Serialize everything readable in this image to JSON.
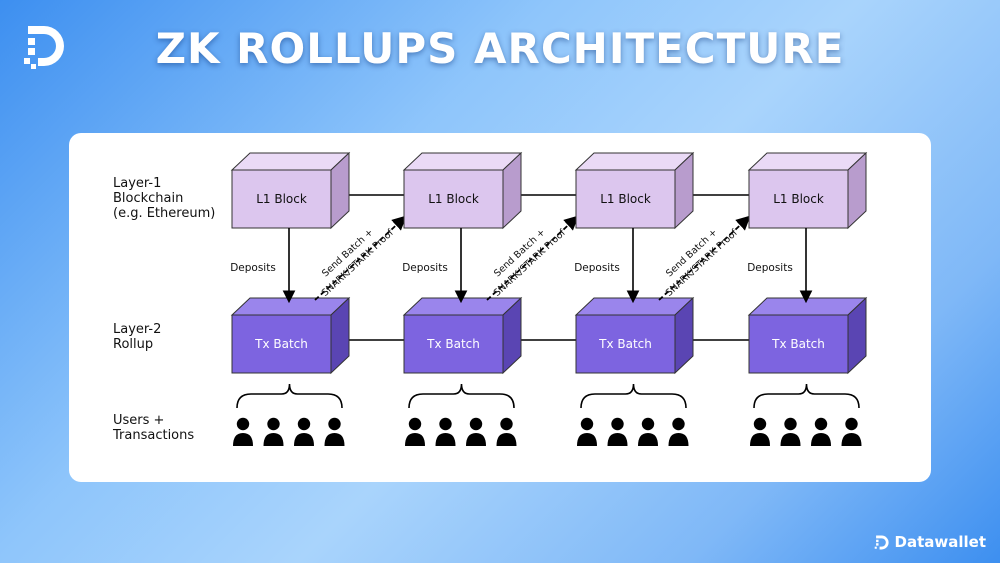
{
  "header": {
    "title": "ZK ROLLUPS ARCHITECTURE"
  },
  "labels": {
    "layer1": [
      "Layer-1",
      "Blockchain",
      "(e.g. Ethereum)"
    ],
    "layer2": [
      "Layer-2",
      "Rollup"
    ],
    "users": [
      "Users +",
      "Transactions"
    ]
  },
  "diagram": {
    "l1_block_label": "L1 Block",
    "tx_batch_label": "Tx Batch",
    "deposits_label": "Deposits",
    "proof_label_line1": "Send Batch +",
    "proof_label_line2": "SNARK/STARK Proof",
    "columns": 4,
    "users_per_group": 4,
    "colors": {
      "l1_front": "#dcc6ee",
      "l1_top": "#eadaf6",
      "l1_side": "#b89ccd",
      "tx_front": "#7d64e0",
      "tx_top": "#9a85ec",
      "tx_side": "#5a45b3"
    }
  },
  "footer": {
    "brand": "Datawallet"
  }
}
